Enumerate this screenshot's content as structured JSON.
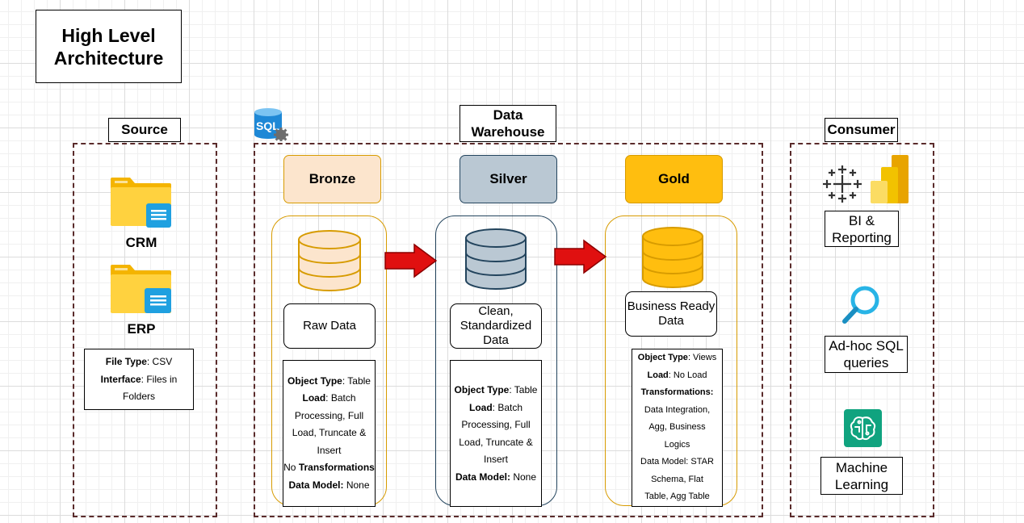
{
  "title": {
    "line1": "High Level",
    "line2": "Architecture"
  },
  "sections": {
    "source": "Source",
    "warehouse": {
      "line1": "Data",
      "line2": "Warehouse"
    },
    "consumer": "Consumer"
  },
  "sql_icon_text": "SQL",
  "sources": [
    {
      "label": "CRM"
    },
    {
      "label": "ERP"
    }
  ],
  "source_details": {
    "file_type_key": "File Type",
    "file_type_val": ": CSV",
    "interface_key": "Interface",
    "interface_val": ": Files in Folders"
  },
  "layers": {
    "bronze": {
      "label": "Bronze",
      "data_label": "Raw Data",
      "details": {
        "object_type_key": "Object Type",
        "object_type_val": ": Table",
        "load_key": "Load",
        "load_val": ": Batch Processing, Full Load, Truncate & Insert",
        "transform_prefix": "No ",
        "transform_key": "Transformations",
        "data_model_key": "Data Model:",
        "data_model_val": " None"
      }
    },
    "silver": {
      "label": "Silver",
      "data_label": "Clean, Standardized Data",
      "details": {
        "object_type_key": "Object Type",
        "object_type_val": ": Table",
        "load_key": "Load",
        "load_val": ": Batch Processing, Full Load, Truncate & Insert",
        "data_model_key": "Data Model:",
        "data_model_val": " None"
      }
    },
    "gold": {
      "label": "Gold",
      "data_label": "Business Ready Data",
      "details": {
        "object_type_key": "Object Type",
        "object_type_val": ": Views",
        "load_key": "Load",
        "load_val": ": No Load",
        "transform_key": "Transformations:",
        "transform_val": "Data Integration, Agg, Business Logics",
        "data_model_text": "Data Model: STAR Schema, Flat Table, Agg Table"
      }
    }
  },
  "consumers": [
    {
      "label": "BI & Reporting",
      "icon": "tableau-powerbi-icon"
    },
    {
      "label": "Ad-hoc SQL queries",
      "icon": "magnifier-icon"
    },
    {
      "label": "Machine Learning",
      "icon": "ai-brain-icon"
    }
  ],
  "colors": {
    "bronze_fill": "#fce5cd",
    "bronze_stroke": "#d79b00",
    "silver_fill": "#bac8d3",
    "silver_stroke": "#23445d",
    "gold_fill": "#ffbe0f",
    "gold_stroke": "#d79b00",
    "arrow": "#e01010",
    "dash": "#5a2b2b"
  }
}
